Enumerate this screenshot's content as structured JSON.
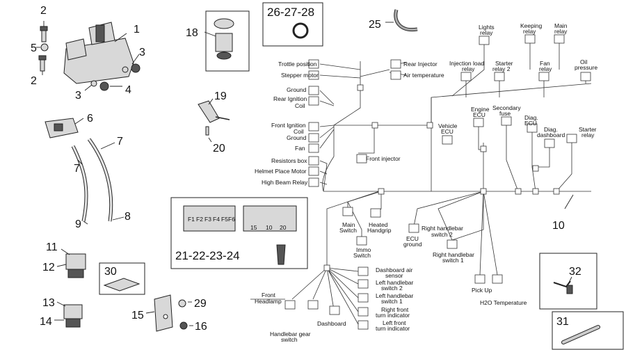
{
  "part_numbers": {
    "n1": "1",
    "n2a": "2",
    "n2b": "2",
    "n3a": "3",
    "n3b": "3",
    "n4": "4",
    "n5": "5",
    "n6": "6",
    "n7a": "7",
    "n7b": "7",
    "n8": "8",
    "n9": "9",
    "n10": "10",
    "n11": "11",
    "n12": "12",
    "n13": "13",
    "n14": "14",
    "n15": "15",
    "n16": "16",
    "n18": "18",
    "n19": "19",
    "n20": "20",
    "n25": "25",
    "n26_28": "26-27-28",
    "n29": "29",
    "n30": "30",
    "n31": "31",
    "n32": "32",
    "n21_24": "21-22-23-24"
  },
  "harness_labels": {
    "trottle_position": "Trottle position",
    "stepper_motor": "Stepper motor",
    "rear_injector": "Rear Injector",
    "air_temperature": "Air temperature",
    "ground1": "Ground",
    "rear_ignition_1": "Rear Ignition",
    "rear_ignition_2": "Coil",
    "front_ignition_1": "Front Ignition",
    "front_ignition_2": "Coil",
    "ground2": "Ground",
    "fan": "Fan",
    "front_injector": "Front injector",
    "resistors_box": "Resistors box",
    "helmet_place_motor": "Helmet Place Motor",
    "high_beam_relay": "High Beam Relay",
    "lights_relay_1": "Lights",
    "lights_relay_2": "relay",
    "keeping_relay_1": "Keeping",
    "keeping_relay_2": "relay",
    "main_relay_1": "Main",
    "main_relay_2": "relay",
    "injection_load_relay_1": "Injection load",
    "injection_load_relay_2": "relay",
    "starter_relay2_1": "Starter",
    "starter_relay2_2": "relay 2",
    "fan_relay_1": "Fan",
    "fan_relay_2": "relay",
    "oil_pressure_1": "Oil",
    "oil_pressure_2": "pressure",
    "vehicle_ecu_1": "Vehicle",
    "vehicle_ecu_2": "ECU",
    "engine_ecu_1": "Engine",
    "engine_ecu_2": "ECU",
    "secondary_fuse_1": "Secondary",
    "secondary_fuse_2": "fuse",
    "diag_ecu_1": "Diag.",
    "diag_ecu_2": "ECU",
    "diag_dashboard_1": "Diag.",
    "diag_dashboard_2": "dashboard",
    "starter_relay_1": "Starter",
    "starter_relay_2": "relay",
    "main_switch_1": "Main",
    "main_switch_2": "Switch",
    "heated_handgrip_1": "Heated",
    "heated_handgrip_2": "Handgrip",
    "immo_switch_1": "Immo",
    "immo_switch_2": "Switch",
    "ecu_ground_1": "ECU",
    "ecu_ground_2": "ground",
    "right_handlebar_switch2_1": "Right handlebar",
    "right_handlebar_switch2_2": "switch 2",
    "right_handlebar_switch1_1": "Right handlebar",
    "right_handlebar_switch1_2": "switch 1",
    "pick_up": "Pick Up",
    "h2o_temperature": "H2O Temperature",
    "dashboard_air_sensor_1": "Dashboard air",
    "dashboard_air_sensor_2": "sensor",
    "left_handlebar_switch2_1": "Left handlebar",
    "left_handlebar_switch2_2": "switch 2",
    "left_handlebar_switch1_1": "Left handlebar",
    "left_handlebar_switch1_2": "switch 1",
    "right_front_turn_1": "Right front",
    "right_front_turn_2": "turn indicator",
    "left_front_turn_1": "Left front",
    "left_front_turn_2": "turn indicator",
    "front_headlamp_1": "Front",
    "front_headlamp_2": "Headlamp",
    "handlebar_gear_switch_1": "Handlebar gear",
    "handlebar_gear_switch_2": "switch",
    "dashboard": "Dashboard"
  },
  "fuse_box": {
    "fuse_labels": [
      "F1",
      "F2",
      "F3",
      "F4",
      "F5",
      "F6"
    ],
    "relay_labels": [
      "15",
      "10",
      "20"
    ]
  }
}
